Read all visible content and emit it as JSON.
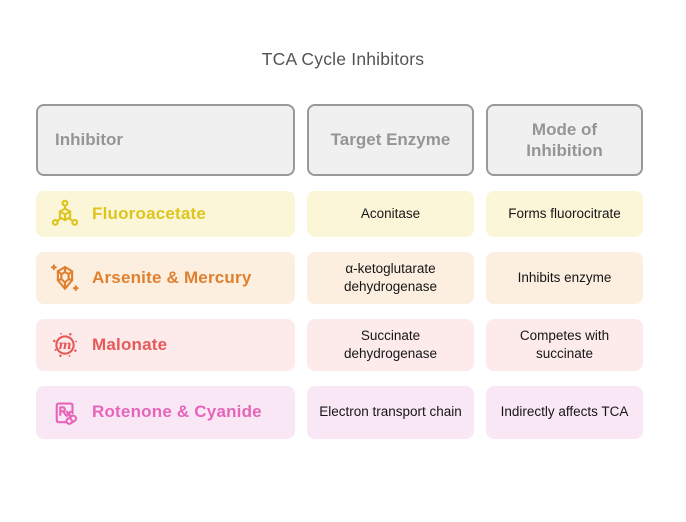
{
  "title": "TCA Cycle Inhibitors",
  "table": {
    "headers": [
      {
        "label": "Inhibitor"
      },
      {
        "label": "Target Enzyme"
      },
      {
        "label": "Mode of Inhibition"
      }
    ],
    "rows": [
      {
        "inhibitor": "Fluoroacetate",
        "icon": "molecule-icon",
        "target_enzyme": "Aconitase",
        "mode_of_inhibition": "Forms fluorocitrate",
        "accent_color": "#ddc51e",
        "bg_color": "#fcf6d8"
      },
      {
        "inhibitor": "Arsenite & Mercury",
        "icon": "gem-icon",
        "target_enzyme": "α-ketoglutarate dehydrogenase",
        "mode_of_inhibition": "Inhibits enzyme",
        "accent_color": "#e0802f",
        "bg_color": "#fcefe0"
      },
      {
        "inhibitor": "Malonate",
        "icon": "microbe-icon",
        "target_enzyme": "Succinate dehydrogenase",
        "mode_of_inhibition": "Competes with succinate",
        "accent_color": "#e65a5a",
        "bg_color": "#fdeaea"
      },
      {
        "inhibitor": "Rotenone & Cyanide",
        "icon": "rx-pill-icon",
        "target_enzyme": "Electron transport chain",
        "mode_of_inhibition": "Indirectly affects TCA",
        "accent_color": "#e665ba",
        "bg_color": "#fae7f6"
      }
    ]
  },
  "header_style": {
    "bg": "#f0f0f0",
    "border": "#999999",
    "text": "#959595"
  },
  "title_color": "#545454"
}
